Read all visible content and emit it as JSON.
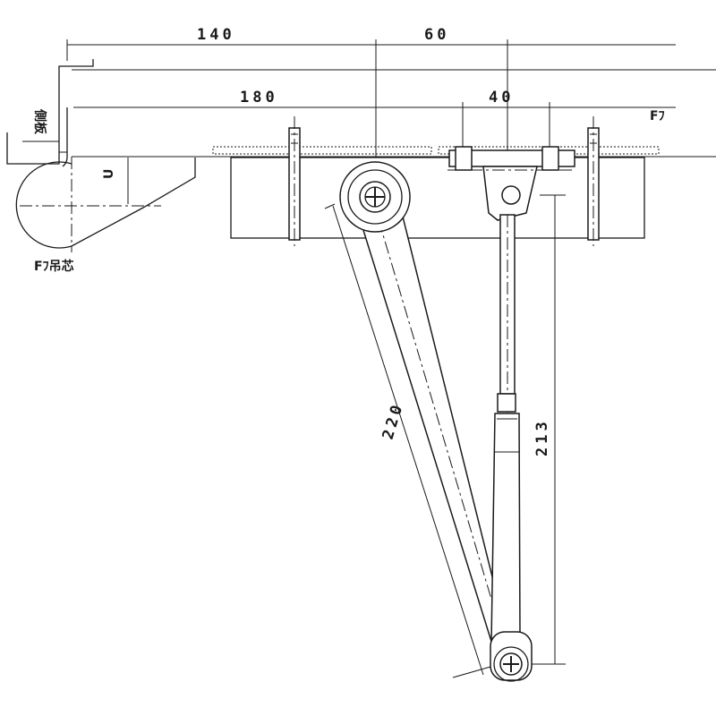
{
  "dimensions": {
    "top_left": "140",
    "top_right": "60",
    "middle_left": "180",
    "middle_right": "40",
    "arm_length": "220",
    "stay_height": "213"
  },
  "labels": {
    "door_right": "Fﾌ",
    "side_panel": "側板",
    "door_hinge_center": "Fﾌ吊芯",
    "clearance": "U"
  }
}
